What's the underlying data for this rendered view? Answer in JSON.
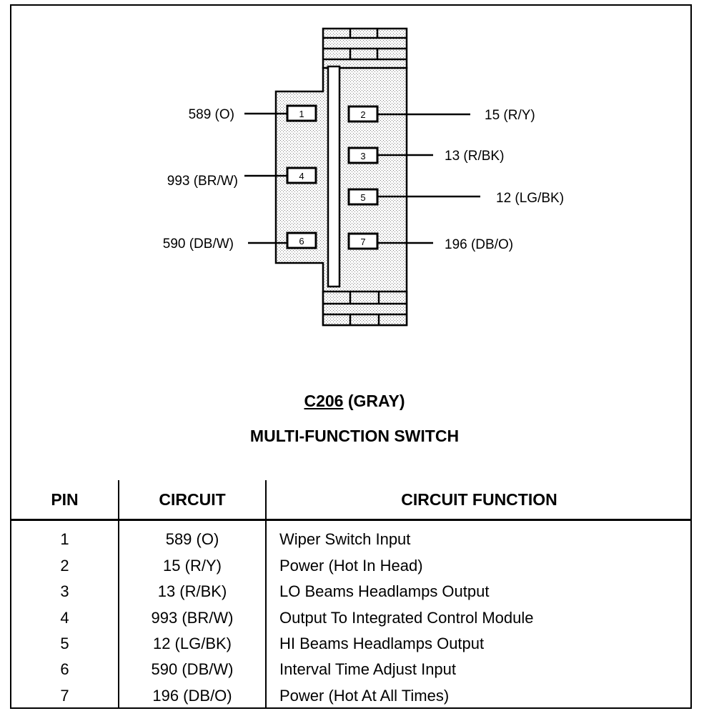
{
  "connector": {
    "id": "C206",
    "color": "(GRAY)",
    "name": "MULTI-FUNCTION SWITCH"
  },
  "diagram": {
    "pins": [
      {
        "pin": "1",
        "circuit": "589 (O)"
      },
      {
        "pin": "2",
        "circuit": "15 (R/Y)"
      },
      {
        "pin": "3",
        "circuit": "13 (R/BK)"
      },
      {
        "pin": "4",
        "circuit": "993 (BR/W)"
      },
      {
        "pin": "5",
        "circuit": "12 (LG/BK)"
      },
      {
        "pin": "6",
        "circuit": "590 (DB/W)"
      },
      {
        "pin": "7",
        "circuit": "196 (DB/O)"
      }
    ]
  },
  "table": {
    "headers": {
      "pin": "PIN",
      "circuit": "CIRCUIT",
      "function": "CIRCUIT FUNCTION"
    },
    "rows": [
      {
        "pin": "1",
        "circuit": "589 (O)",
        "function": "Wiper Switch Input"
      },
      {
        "pin": "2",
        "circuit": "15 (R/Y)",
        "function": "Power (Hot In Head)"
      },
      {
        "pin": "3",
        "circuit": "13 (R/BK)",
        "function": "LO Beams Headlamps Output"
      },
      {
        "pin": "4",
        "circuit": "993 (BR/W)",
        "function": "Output To Integrated Control Module"
      },
      {
        "pin": "5",
        "circuit": "12 (LG/BK)",
        "function": "HI Beams Headlamps Output"
      },
      {
        "pin": "6",
        "circuit": "590 (DB/W)",
        "function": "Interval Time Adjust Input"
      },
      {
        "pin": "7",
        "circuit": "196 (DB/O)",
        "function": "Power (Hot At All Times)"
      }
    ]
  }
}
